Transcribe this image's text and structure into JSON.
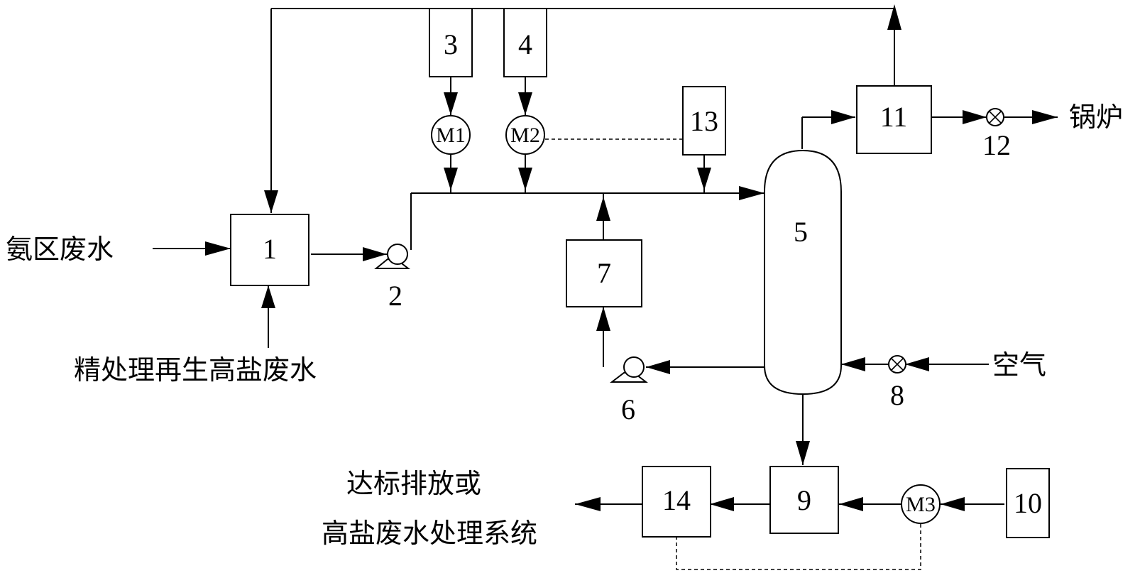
{
  "labels": {
    "ammonia_wastewater": "氨区废水",
    "high_salt_wastewater": "精处理再生高盐废水",
    "boiler": "锅炉",
    "air": "空气",
    "discharge_line1": "达标排放或",
    "discharge_line2": "高盐废水处理系统"
  },
  "units": {
    "u1": "1",
    "u2": "2",
    "u3": "3",
    "u4": "4",
    "u5": "5",
    "u6": "6",
    "u7": "7",
    "u8": "8",
    "u9": "9",
    "u10": "10",
    "u11": "11",
    "u12": "12",
    "u13": "13",
    "u14": "14"
  },
  "meters": {
    "m1": "M1",
    "m2": "M2",
    "m3": "M3"
  }
}
